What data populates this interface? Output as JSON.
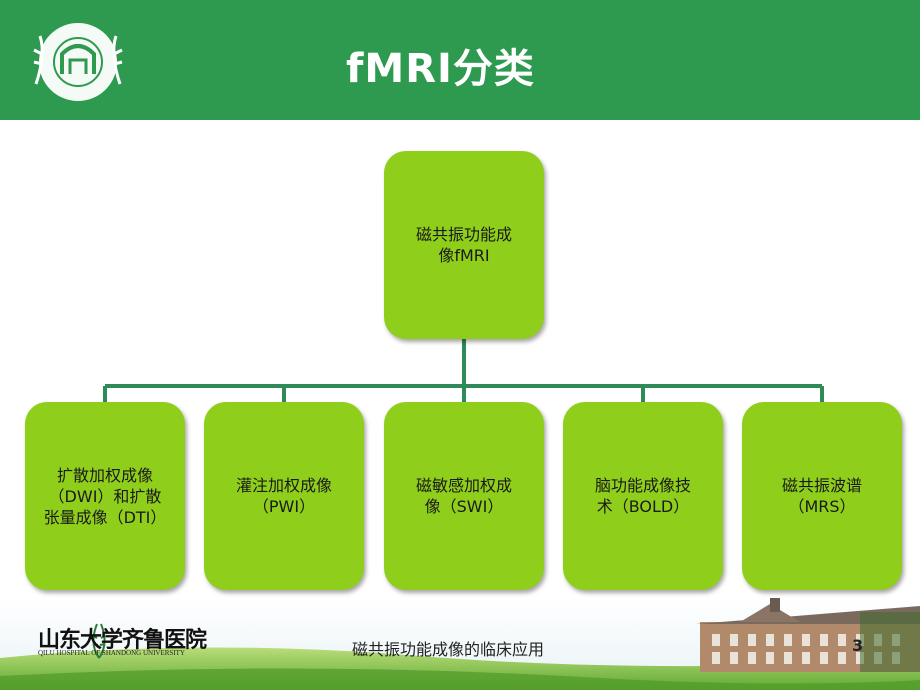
{
  "header": {
    "title": "fMRI分类",
    "background_color": "#2e9a4f"
  },
  "diagram": {
    "node_color": "#8fce1a",
    "connector_color": "#2e8b57",
    "root": {
      "label": "磁共振功能成\n像fMRI"
    },
    "children": [
      {
        "label": "扩散加权成像\n（DWI）和扩散\n张量成像（DTI）"
      },
      {
        "label": "灌注加权成像\n（PWI）"
      },
      {
        "label": "磁敏感加权成\n像（SWI）"
      },
      {
        "label": "脑功能成像技\n术（BOLD）"
      },
      {
        "label": "磁共振波谱\n（MRS）"
      }
    ]
  },
  "footer": {
    "brand_cn": "山东大学齐鲁医院",
    "brand_en": "QILU HOSPITAL OF SHANDONG UNIVERSITY",
    "text": "磁共振功能成像的临床应用",
    "page_number": "3"
  }
}
